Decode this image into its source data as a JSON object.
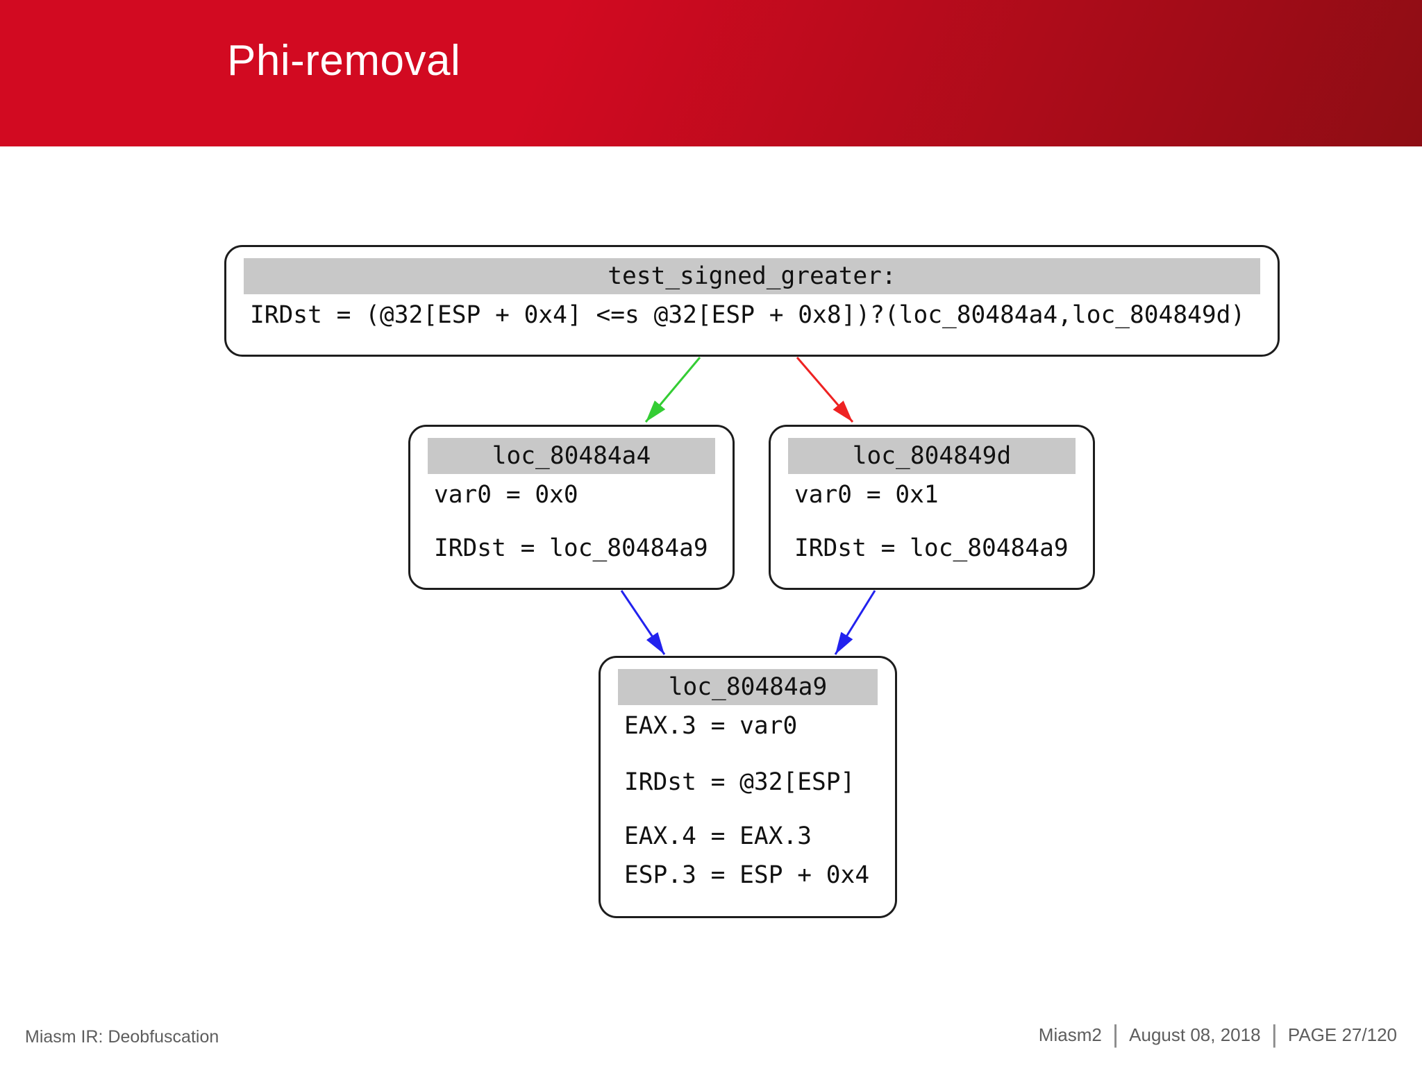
{
  "slide": {
    "title": "Phi-removal"
  },
  "graph": {
    "nodes": {
      "entry": {
        "title": "test_signed_greater:",
        "lines": [
          "IRDst = (@32[ESP + 0x4] <=s @32[ESP + 0x8])?(loc_80484a4,loc_804849d)"
        ]
      },
      "left": {
        "title": "loc_80484a4",
        "lines": [
          "var0 = 0x0",
          "IRDst = loc_80484a9"
        ]
      },
      "right": {
        "title": "loc_804849d",
        "lines": [
          "var0 = 0x1",
          "IRDst = loc_80484a9"
        ]
      },
      "merge": {
        "title": "loc_80484a9",
        "lines": [
          "EAX.3 = var0",
          "IRDst = @32[ESP]",
          "EAX.4 = EAX.3",
          "ESP.3 = ESP + 0x4"
        ]
      }
    },
    "edges": [
      {
        "from": "test_signed_greater",
        "to": "loc_80484a4",
        "color": "#34cd34"
      },
      {
        "from": "test_signed_greater",
        "to": "loc_804849d",
        "color": "#ee2222"
      },
      {
        "from": "loc_80484a4",
        "to": "loc_80484a9",
        "color": "#2222ee"
      },
      {
        "from": "loc_804849d",
        "to": "loc_80484a9",
        "color": "#2222ee"
      }
    ]
  },
  "footer": {
    "left": "Miasm IR: Deobfuscation",
    "project": "Miasm2",
    "date": "August 08, 2018",
    "page": "PAGE 27/120",
    "separator": "|"
  },
  "colors": {
    "header_red": "#d20a21",
    "header_red_dark": "#8e0d14",
    "edge_true": "#34cd34",
    "edge_false": "#ee2222",
    "edge_flow": "#2222ee",
    "node_titlebar": "#c8c8c8",
    "node_border": "#1d1d1d",
    "node_text": "#111111",
    "footer_text": "#5d5d5d",
    "footer_sep": "#8c8c8c"
  }
}
